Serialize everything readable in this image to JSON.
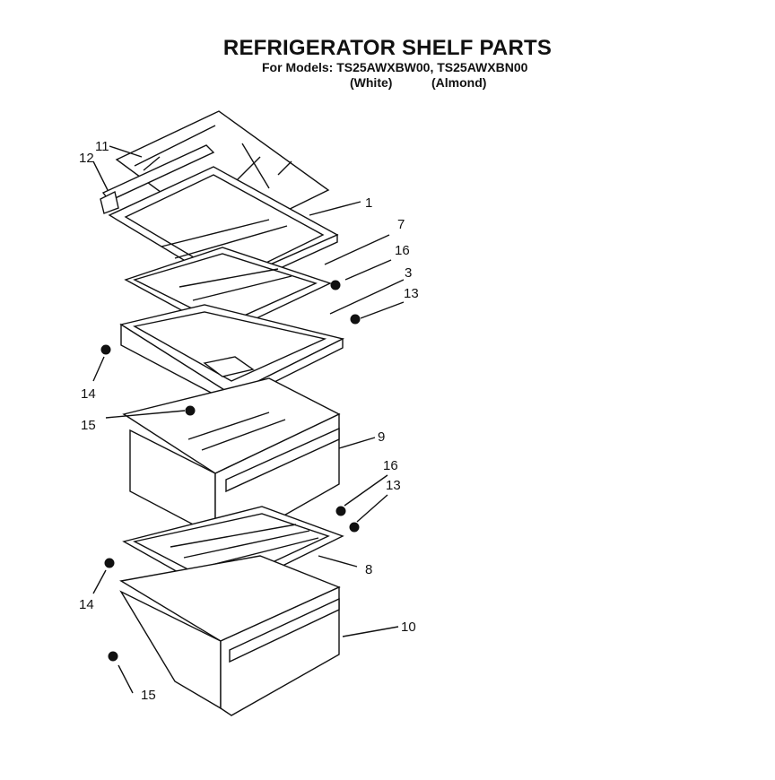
{
  "header": {
    "title": "REFRIGERATOR SHELF PARTS",
    "models_line": "For Models: TS25AWXBW00, TS25AWXBN00",
    "variant_white": "(White)",
    "variant_almond": "(Almond)"
  },
  "callouts": {
    "c1": "1",
    "c3": "3",
    "c7": "7",
    "c8": "8",
    "c9": "9",
    "c10": "10",
    "c11": "11",
    "c12": "12",
    "c13a": "13",
    "c13b": "13",
    "c14a": "14",
    "c14b": "14",
    "c15a": "15",
    "c15b": "15",
    "c16a": "16",
    "c16b": "16"
  }
}
